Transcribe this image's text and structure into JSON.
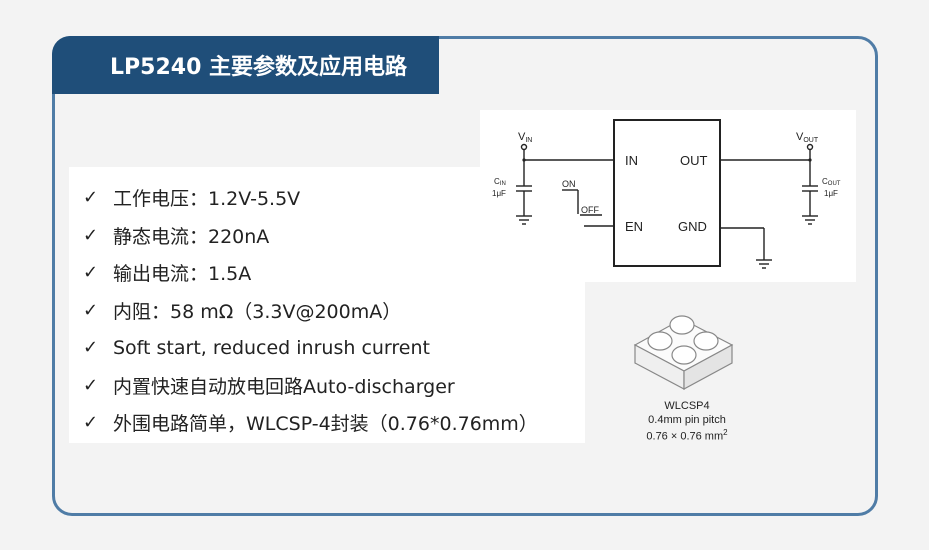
{
  "title": "LP5240 主要参数及应用电路",
  "features": [
    "工作电压：1.2V-5.5V",
    "静态电流：220nA",
    "输出电流：1.5A",
    "内阻：58 mΩ（3.3V@200mA）",
    "Soft start, reduced inrush current",
    "内置快速自动放电回路Auto-discharger",
    "外围电路简单，WLCSP-4封装（0.76*0.76mm）"
  ],
  "check_mark": "✓",
  "schematic": {
    "vin_main": "V",
    "vin_sub": "IN",
    "vout_main": "V",
    "vout_sub": "OUT",
    "cin_main": "C",
    "cin_sub": "IN",
    "cin_value": "1μF",
    "cout_main": "C",
    "cout_sub": "OUT",
    "cout_value": "1μF",
    "pin_in": "IN",
    "pin_out": "OUT",
    "pin_en": "EN",
    "pin_gnd": "GND",
    "switch_on": "ON",
    "switch_off": "OFF"
  },
  "package": {
    "name": "WLCSP4",
    "pitch": "0.4mm pin pitch",
    "size": "0.76 × 0.76 mm",
    "size_sup": "2"
  },
  "colors": {
    "title_bg": "#1f4e79",
    "border": "#4f7ca6"
  }
}
